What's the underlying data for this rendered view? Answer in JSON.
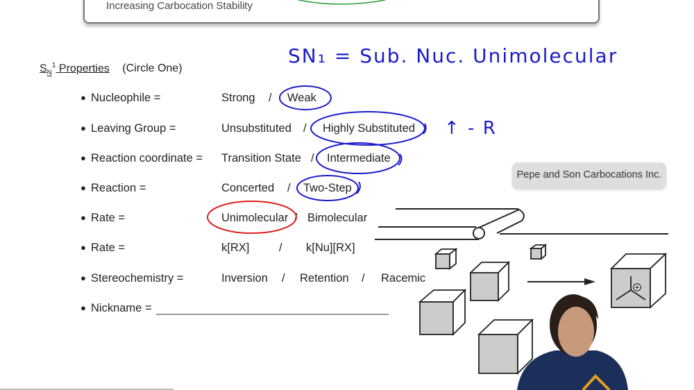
{
  "top_panel": {
    "caption": "Increasing Carbocation Stability"
  },
  "heading": {
    "s": "S",
    "n": "N",
    "one": "1",
    "title": " Properties",
    "note": "(Circle One)"
  },
  "handwriting": {
    "definition": "SN₁ = Sub. Nuc. Unimolecular",
    "side_note": "↑ - R"
  },
  "colors": {
    "ink_blue": "#1a1acc",
    "ink_red": "#dd1c1c"
  },
  "rows": [
    {
      "label": "Nucleophile =",
      "options": [
        "Strong",
        "/",
        "Weak"
      ]
    },
    {
      "label": "Leaving Group =",
      "options": [
        "Unsubstituted",
        "/",
        "Highly Substituted"
      ]
    },
    {
      "label": "Reaction coordinate =",
      "options": [
        "Transition State",
        "/",
        "Intermediate"
      ]
    },
    {
      "label": "Reaction =",
      "options": [
        "Concerted",
        "/",
        "Two-Step"
      ]
    },
    {
      "label": "Rate =",
      "options": [
        "Unimolecular",
        "/",
        "Bimolecular"
      ]
    },
    {
      "label": "Rate =",
      "options": [
        "k[RX]",
        "/",
        "k[Nu][RX]"
      ]
    },
    {
      "label": "Stereochemistry =",
      "options": [
        "Inversion",
        "/",
        "Retention",
        "/",
        "Racemic"
      ]
    },
    {
      "label": "Nickname =",
      "options": []
    }
  ],
  "bullet": "●",
  "company": {
    "label": "Pepe and Son Carbocations Inc."
  }
}
